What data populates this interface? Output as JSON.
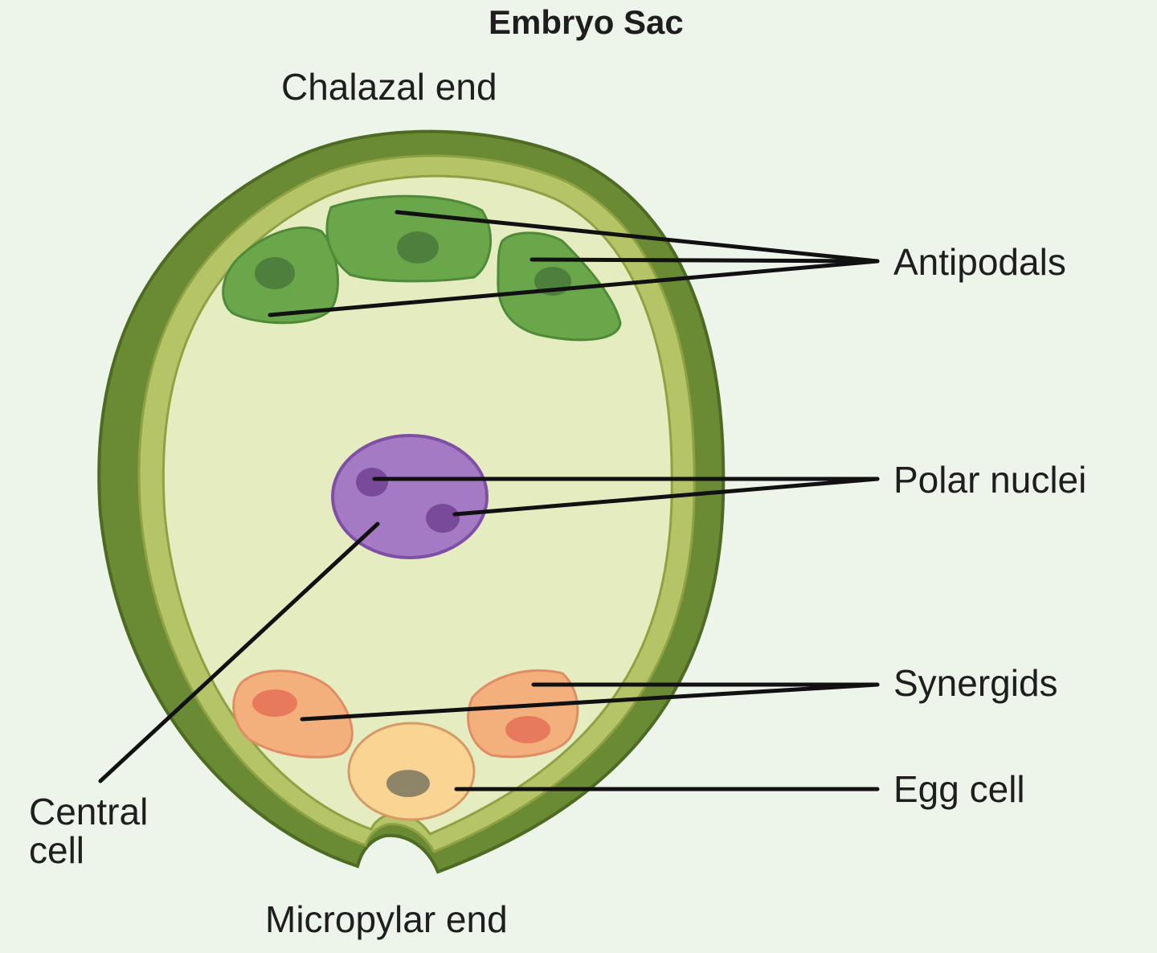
{
  "diagram": {
    "title": "Embryo Sac",
    "labels": {
      "chalazal_end": "Chalazal end",
      "micropylar_end": "Micropylar end",
      "antipodals": "Antipodals",
      "polar_nuclei": "Polar nuclei",
      "synergids": "Synergids",
      "egg_cell": "Egg cell",
      "central_cell_line1": "Central",
      "central_cell_line2": "cell"
    },
    "colors": {
      "background": "#edf5ea",
      "integument_outer": "#6b8a34",
      "integument_inner": "#b4c466",
      "sac_fill": "#e4ecc0",
      "antipodal_cell": "#6aa64a",
      "antipodal_nucleus": "#4e7f3c",
      "central_cell": "#a57ac4",
      "polar_nucleus": "#7a4a9a",
      "synergid_cell": "#f4b07c",
      "synergid_nucleus": "#e77a5c",
      "egg_cell": "#f9d493",
      "egg_nucleus": "#8e8568",
      "leader_line": "#111111"
    }
  }
}
